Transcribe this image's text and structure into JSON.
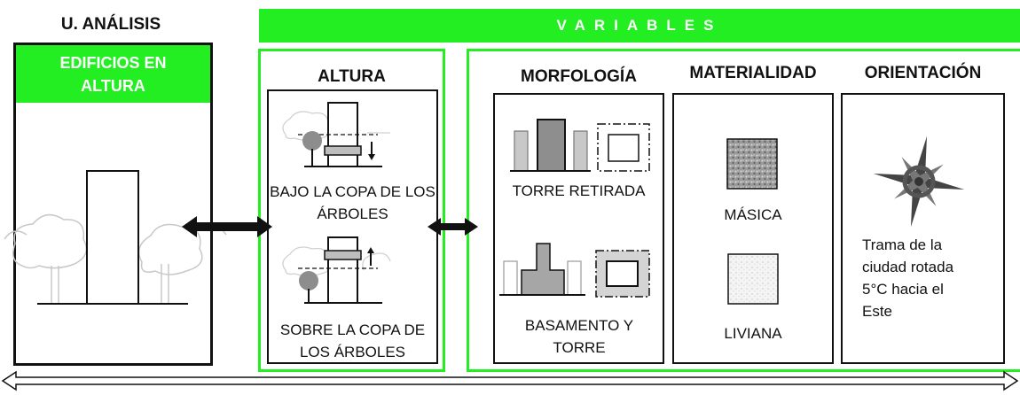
{
  "unit": {
    "title": "U. ANÁLISIS",
    "banner": "EDIFICIOS EN ALTURA"
  },
  "variables": {
    "title": "VARIABLES"
  },
  "altura": {
    "title": "ALTURA",
    "below": "BAJO LA COPA DE LOS ÁRBOLES",
    "above": "SOBRE LA COPA DE LOS ÁRBOLES"
  },
  "morfologia": {
    "title": "MORFOLOGÍA",
    "option1": "TORRE RETIRADA",
    "option2": "BASAMENTO Y TORRE"
  },
  "materialidad": {
    "title": "MATERIALIDAD",
    "option1": "MÁSICA",
    "option2": "LIVIANA"
  },
  "orientacion": {
    "title": "ORIENTACIÓN",
    "description": "Trama de la ciudad rotada 5°C hacia el Este"
  },
  "colors": {
    "accent": "#22ee22",
    "line": "#111111",
    "tree": "#c8c8c8"
  }
}
